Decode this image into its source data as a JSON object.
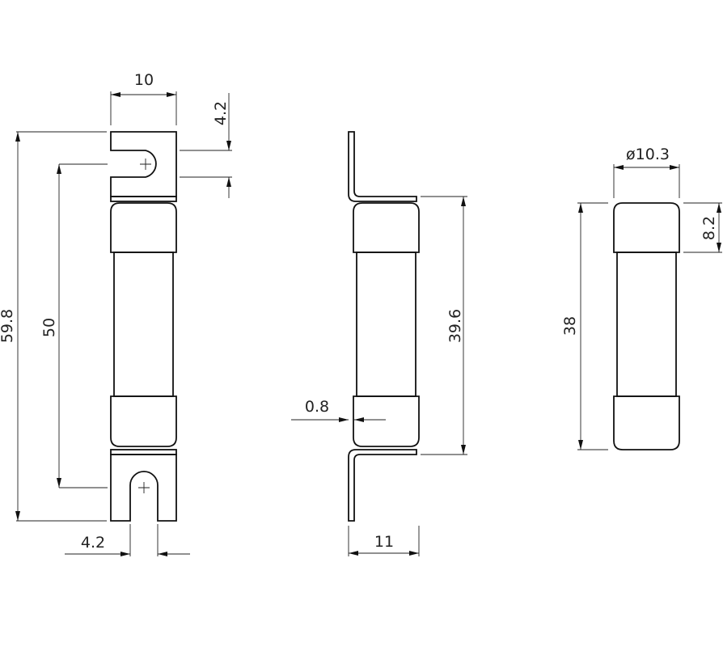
{
  "views": {
    "front": {
      "width_label": "10",
      "slot_top_label": "4.2",
      "overall_length_label": "59.8",
      "hole_spacing_label": "50",
      "slot_bottom_label": "4.2"
    },
    "side": {
      "body_length_label": "39.6",
      "bracket_thickness_label": "0.8",
      "depth_label": "11"
    },
    "cartridge": {
      "diameter_label": "ø10.3",
      "cap_length_label": "8.2",
      "length_label": "38"
    }
  },
  "colors": {
    "line": "#111111",
    "background": "#ffffff"
  }
}
